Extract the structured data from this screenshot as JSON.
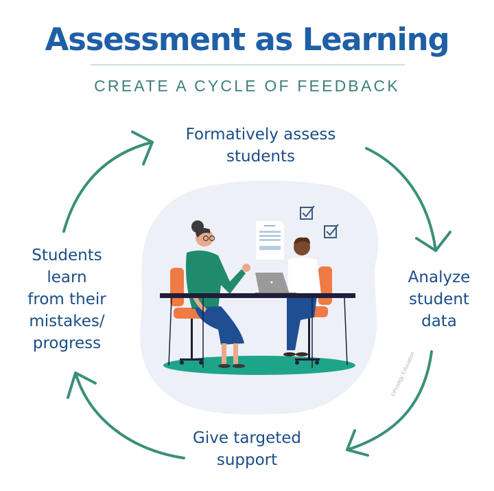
{
  "header": {
    "title": "Assessment as Learning",
    "subtitle": "CREATE A CYCLE OF FEEDBACK"
  },
  "cycle": {
    "steps": [
      {
        "position": "top",
        "lines": [
          "Formatively assess",
          "students"
        ]
      },
      {
        "position": "right",
        "lines": [
          "Analyze",
          "student",
          "data"
        ]
      },
      {
        "position": "bottom",
        "lines": [
          "Give targeted",
          "support"
        ]
      },
      {
        "position": "left",
        "lines": [
          "Students",
          "learn",
          "from their",
          "mistakes/",
          "progress"
        ]
      }
    ],
    "arrow_direction": "clockwise",
    "arrow_icon": "curved-arrow-icon"
  },
  "illustration": {
    "description": "teacher and student seated at desk with laptop, document and checkboxes",
    "icons": [
      "teacher-figure",
      "student-figure",
      "laptop-icon",
      "document-icon",
      "checkbox-checked-icon",
      "checkbox-checked-icon"
    ]
  },
  "watermark": "©Prodigy Education",
  "colors": {
    "title": "#1f5fa6",
    "subtitle": "#3b7f7a",
    "step_text": "#1a4d86",
    "arrow": "#3a8f7a",
    "blob": "#eef0f7",
    "floor": "#1ea589",
    "sweater": "#1f8a6c",
    "skirt": "#1f4e93",
    "chair": "#ef7a44",
    "desk": "#1f1d3a"
  }
}
